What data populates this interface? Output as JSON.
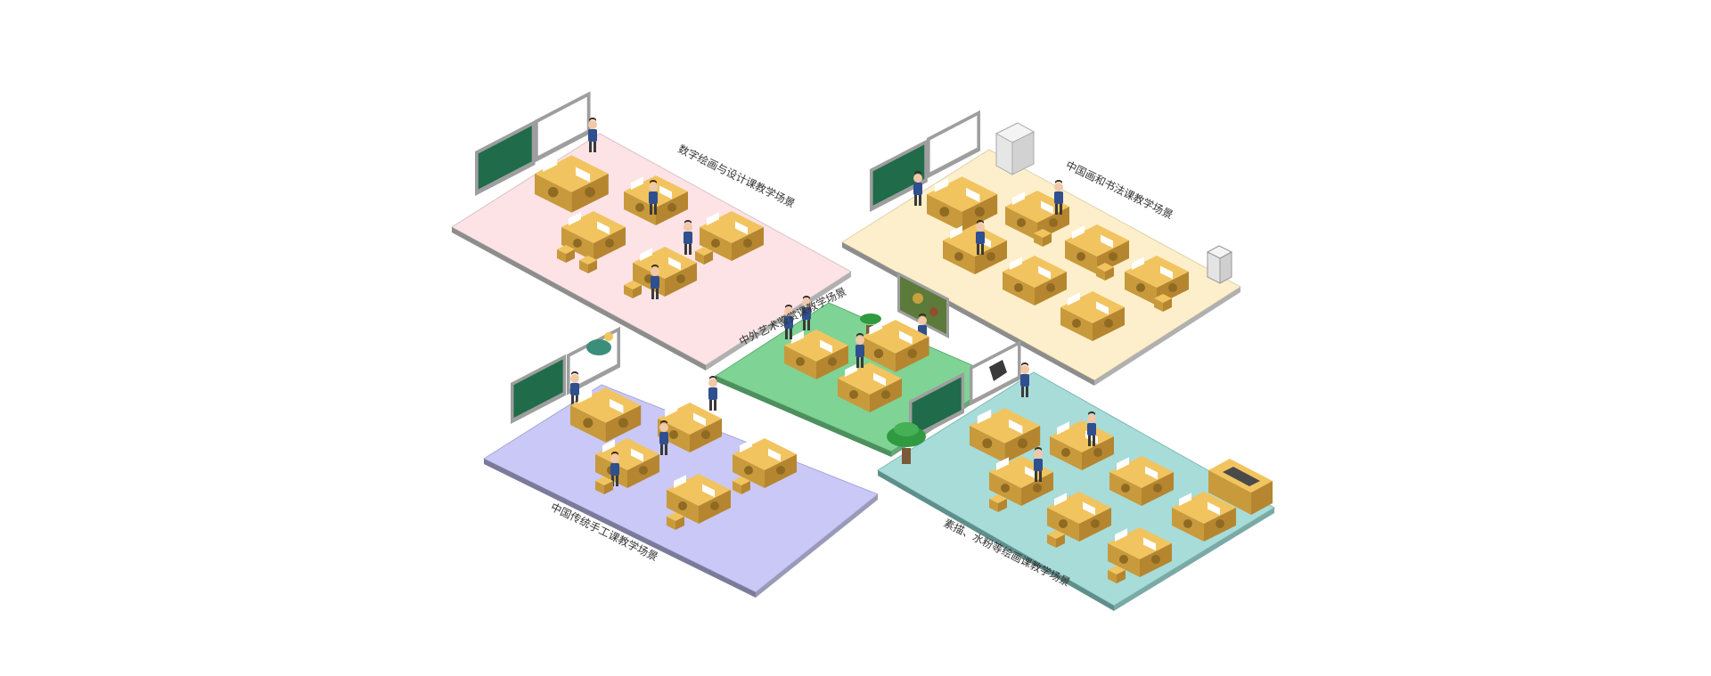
{
  "scenes": [
    {
      "id": "digital",
      "label": "数字绘画与设计课教学场景",
      "color": "#fde3e6",
      "edge": "#8f8f8f"
    },
    {
      "id": "chinese-painting",
      "label": "中国画和书法课教学场景",
      "color": "#fdefcb",
      "edge": "#8f8f8f"
    },
    {
      "id": "art-appreciation",
      "label": "中外艺术鉴赏课教学场景",
      "color": "#7fd394",
      "edge": "#4d8f5d"
    },
    {
      "id": "handicraft",
      "label": "中国传统手工课教学场景",
      "color": "#c9c8f6",
      "edge": "#7a7a9a"
    },
    {
      "id": "sketch",
      "label": "素描、水粉等绘画课教学场景",
      "color": "#a7dcd8",
      "edge": "#5f8f8c"
    }
  ],
  "colors": {
    "desk_top": "#f2c45f",
    "desk_side": "#c89a3c",
    "desk_dark": "#8f6a22",
    "board": "#1f6b4a",
    "board_frame": "#9e9e9e",
    "screen": "#ffffff",
    "skin": "#f1c8a8",
    "plant": "#2f9a3f"
  }
}
